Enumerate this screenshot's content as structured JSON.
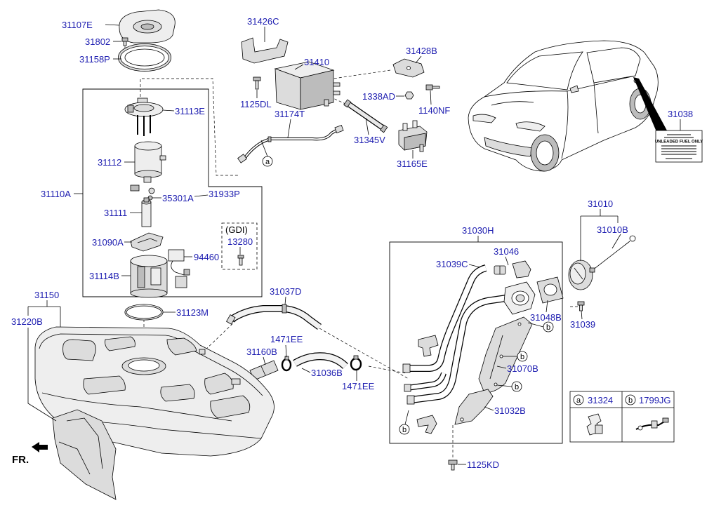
{
  "colors": {
    "label_blue": "#1c1cb0",
    "outline": "#000000"
  },
  "labels": {
    "31107E": "31107E",
    "31802": "31802",
    "31158P": "31158P",
    "31426C": "31426C",
    "31410": "31410",
    "31428B": "31428B",
    "1338AD": "1338AD",
    "1140NF": "1140NF",
    "1125DL": "1125DL",
    "31174T": "31174T",
    "31113E": "31113E",
    "31112": "31112",
    "31345V": "31345V",
    "31165E": "31165E",
    "31038": "31038",
    "31110A": "31110A",
    "35301A": "35301A",
    "31933P": "31933P",
    "31111": "31111",
    "13280": "13280",
    "31090A": "31090A",
    "94460": "94460",
    "31114B": "31114B",
    "31010": "31010",
    "31010B": "31010B",
    "31030H": "31030H",
    "31046": "31046",
    "31039C": "31039C",
    "31037D": "31037D",
    "31150": "31150",
    "31123M": "31123M",
    "31220B": "31220B",
    "31048B": "31048B",
    "31039": "31039",
    "1471EE": "1471EE",
    "31160B": "31160B",
    "31036B": "31036B",
    "31070B": "31070B",
    "31032B": "31032B",
    "1125KD": "1125KD"
  },
  "gdi_label": "(GDI)",
  "front_label": "FR.",
  "callouts": {
    "a": "a",
    "b": "b"
  },
  "legend": {
    "a": {
      "letter": "a",
      "part": "31324"
    },
    "b": {
      "letter": "b",
      "part": "1799JG"
    }
  },
  "decal": {
    "text": "UNLEADED FUEL ONLY"
  }
}
